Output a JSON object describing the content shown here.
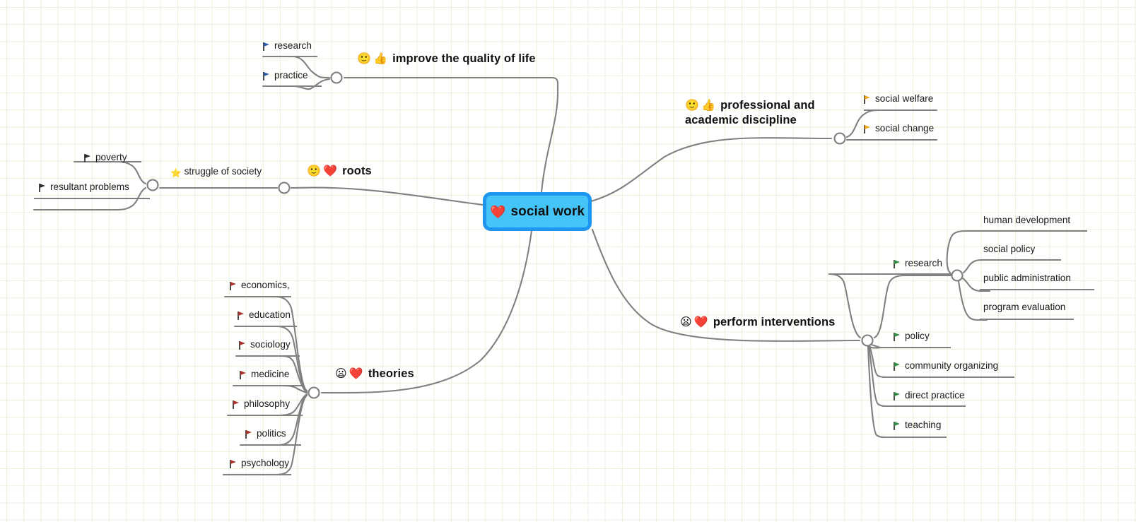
{
  "app": {
    "type": "mind-map",
    "background": "#ffffff",
    "grid_color": "#e8f2dc"
  },
  "central": {
    "label": "social work",
    "emoji": "❤️",
    "fill": "#45c4f7",
    "border": "#1e96f0"
  },
  "branches": [
    {
      "id": "improve-quality-of-life",
      "label": "improve the quality of life",
      "emojis": [
        "🙂",
        "👍"
      ],
      "flag_color": "blue",
      "children": [
        {
          "label": "research"
        },
        {
          "label": "practice"
        }
      ]
    },
    {
      "id": "professional-and-academic-discipline",
      "label": "professional and academic discipline",
      "label_line1": "professional and",
      "label_line2": "academic discipline",
      "emojis": [
        "🙂",
        "👍"
      ],
      "flag_color": "gold",
      "children": [
        {
          "label": "social welfare"
        },
        {
          "label": "social change"
        }
      ]
    },
    {
      "id": "roots",
      "label": "roots",
      "emojis": [
        "🙂",
        "❤️"
      ],
      "flag_color": "black",
      "children": [
        {
          "label": "struggle of society",
          "emoji": "⭐",
          "children": [
            {
              "label": "poverty"
            },
            {
              "label": "resultant problems"
            }
          ]
        }
      ]
    },
    {
      "id": "theories",
      "label": "theories",
      "emojis": [
        "😦",
        "❤️"
      ],
      "flag_color": "darkred",
      "children": [
        {
          "label": "economics,"
        },
        {
          "label": "education"
        },
        {
          "label": "sociology"
        },
        {
          "label": "medicine"
        },
        {
          "label": "philosophy"
        },
        {
          "label": "politics"
        },
        {
          "label": "psychology"
        }
      ]
    },
    {
      "id": "perform-interventions",
      "label": "perform interventions",
      "emojis": [
        "😦",
        "❤️"
      ],
      "flag_color": "green",
      "children": [
        {
          "label": "research",
          "children": [
            {
              "label": "human development"
            },
            {
              "label": "social policy"
            },
            {
              "label": "public administration"
            },
            {
              "label": "program evaluation"
            }
          ]
        },
        {
          "label": "policy"
        },
        {
          "label": "community organizing"
        },
        {
          "label": "direct practice"
        },
        {
          "label": "teaching"
        }
      ]
    }
  ]
}
